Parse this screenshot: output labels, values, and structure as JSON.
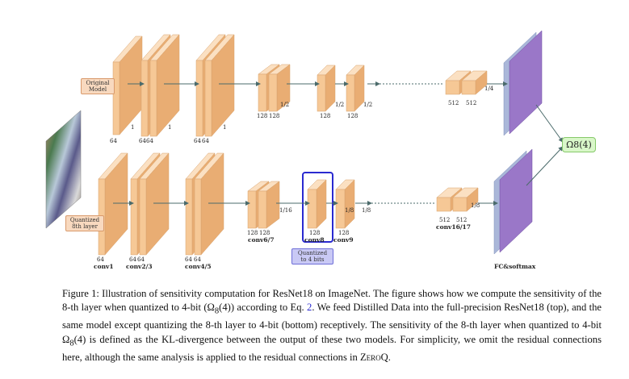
{
  "diagram": {
    "top_label": "Original\nModel",
    "bottom_label": "Quantized\n8th layer",
    "output_label": "Ω8(4)",
    "fc_label": "FC&softmax",
    "quant_label": "Quantized\nto 4 bits",
    "top_dims": [
      "64",
      "64",
      "64",
      "64",
      "64",
      "128",
      "128",
      "128",
      "128",
      "512",
      "512"
    ],
    "bottom_dims": [
      "64",
      "64",
      "64",
      "64",
      "64",
      "128",
      "128",
      "128",
      "128",
      "512",
      "512"
    ],
    "stage_names": [
      "conv1",
      "conv2/3",
      "conv4/5",
      "conv6/7",
      "conv8",
      "conv9",
      "conv16/17"
    ],
    "spatial_labels": [
      "1",
      "1",
      "1",
      "1/2",
      "1/2",
      "1/2",
      "1/4",
      "1/8",
      "1/8",
      "1/8",
      "1/16"
    ],
    "colors": {
      "block_front": "#f6c896",
      "block_top": "#fbe0c2",
      "block_side": "#e9ad73",
      "fc_purple": "#9a77c8",
      "fc_blue": "#aab7d9",
      "highlight": "#2a2ad0",
      "arrow": "#4b6b6b"
    }
  },
  "caption": {
    "label": "Figure 1:",
    "part1": "Illustration of sensitivity computation for ResNet18 on ImageNet. The figure shows how we compute the sensitivity of the 8-th layer when quantized to 4-bit (Ω",
    "part1_sub": "8",
    "part2": "(4)) according to Eq. ",
    "eq_ref": "2",
    "part3": ". We feed Distilled Data into the full-precision ResNet18 (top), and the same model except quantizing the 8-th layer to 4-bit (bottom) receptively. The sensitivity of the 8-th layer when quantized to 4-bit Ω",
    "part3_sub": "8",
    "part4": "(4) is defined as the KL-divergence between the output of these two models. For simplicity, we omit the residual connections here, although the same analysis is applied to the residual connections in ",
    "method": "ZeroQ",
    "end": "."
  }
}
